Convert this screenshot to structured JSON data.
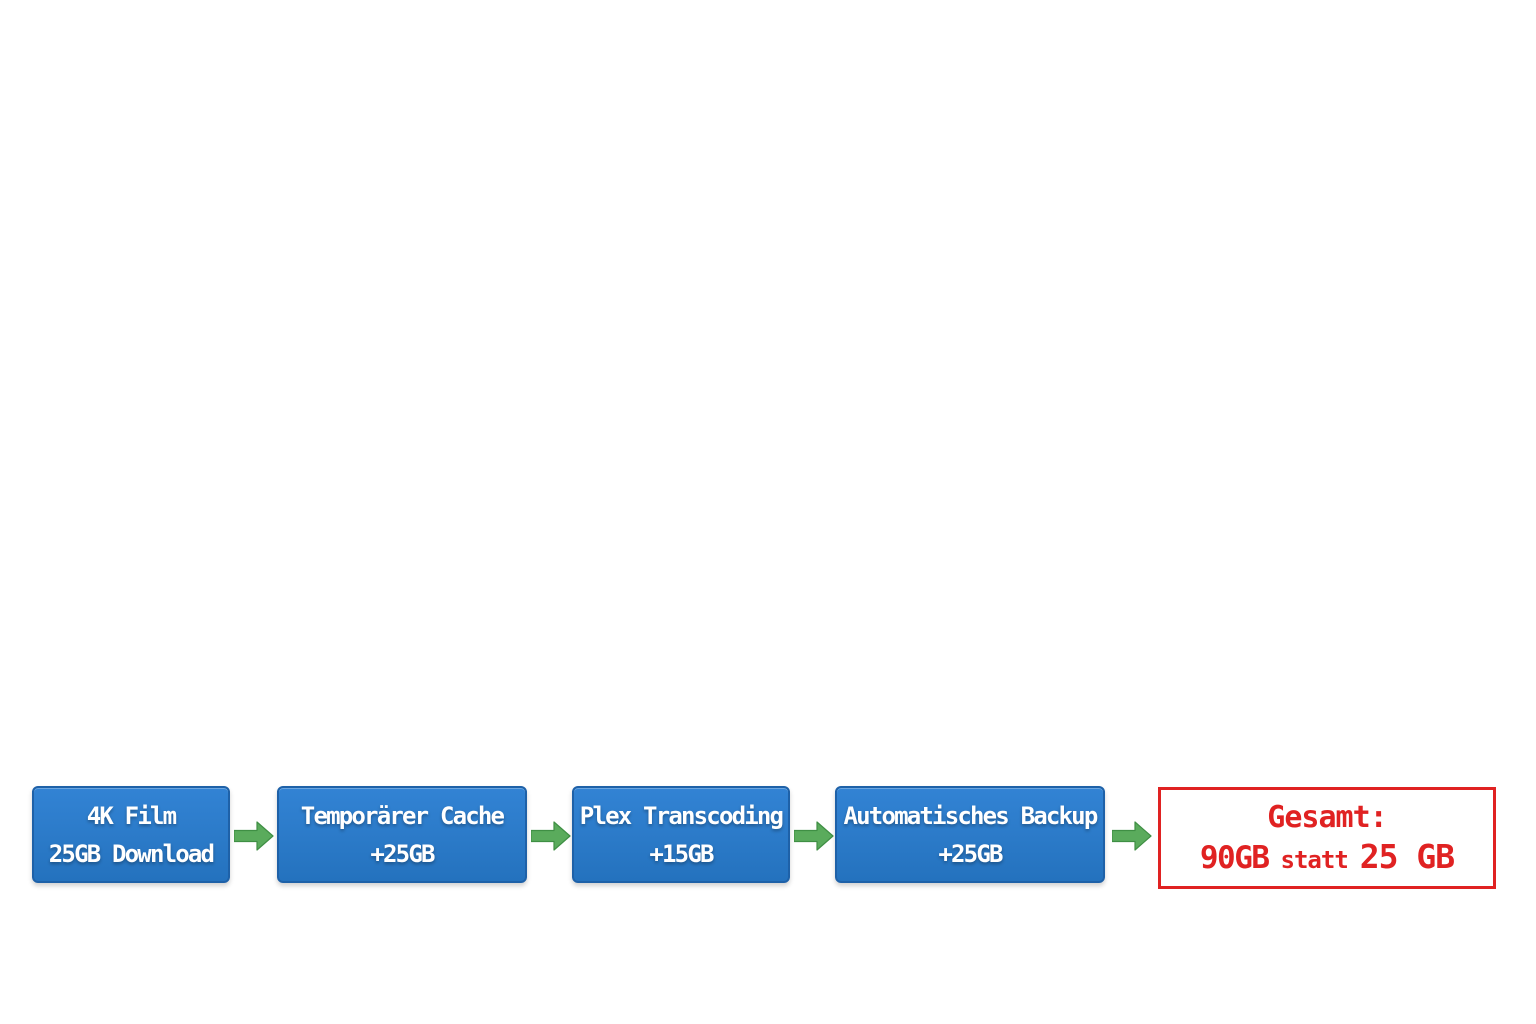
{
  "flow": {
    "steps": [
      {
        "title": "4K Film",
        "subtitle": "25GB Download"
      },
      {
        "title": "Temporärer Cache",
        "subtitle": "+25GB"
      },
      {
        "title": "Plex Transcoding",
        "subtitle": "+15GB"
      },
      {
        "title": "Automatisches Backup",
        "subtitle": "+25GB"
      }
    ],
    "arrows": [
      "arrow-right",
      "arrow-right",
      "arrow-right",
      "arrow-right"
    ],
    "total": {
      "title": "Gesamt:",
      "total_amount": "90GB",
      "statt_label": "statt",
      "original_amount": "25 GB"
    }
  },
  "colors": {
    "background": "#ffffff",
    "step_fill_top": "#3283d4",
    "step_fill_bottom": "#2472be",
    "step_border": "#1e61a8",
    "step_text": "#ffffff",
    "arrow_green": "#5aab5c",
    "arrow_green_border": "#3f8f44",
    "total_red": "#e02222",
    "total_background": "#ffffff"
  }
}
